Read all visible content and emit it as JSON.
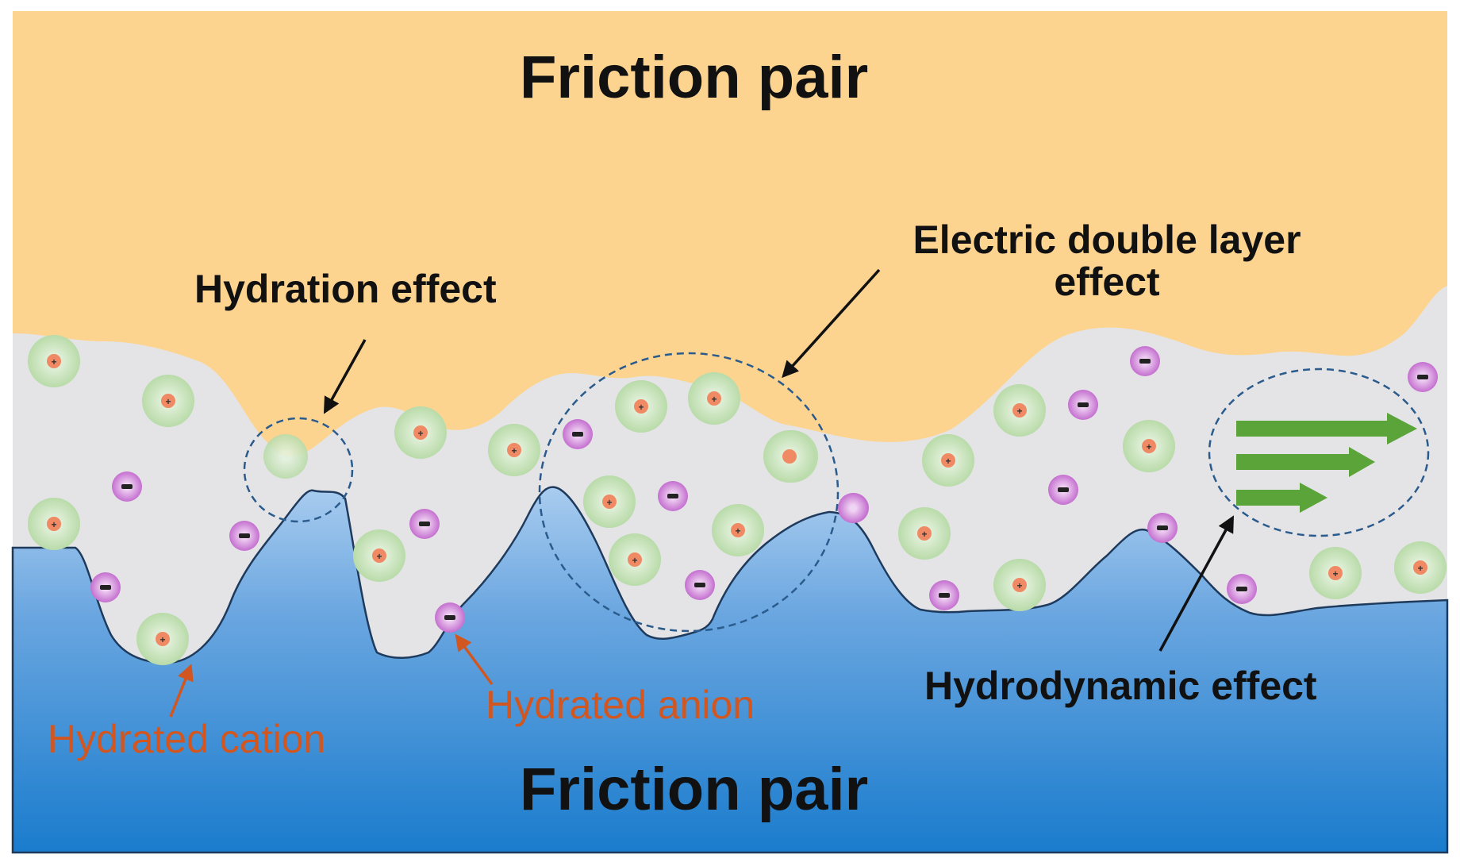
{
  "labels": {
    "top_surface": "Friction pair",
    "bottom_surface": "Friction pair",
    "hydration_effect": "Hydration effect",
    "edl_effect_line1": "Electric double layer",
    "edl_effect_line2": "effect",
    "hydrodynamic_effect": "Hydrodynamic effect",
    "hydrated_cation": "Hydrated cation",
    "hydrated_anion": "Hydrated anion"
  },
  "colors": {
    "top_surface": "#fcd490",
    "lubricant": "#e4e4e6",
    "bottom_surface_top": "#9cc4ea",
    "bottom_surface_bottom": "#1d7fcf",
    "cation_shell": "#c9e3bf",
    "cation_core": "#f08a64",
    "anion_shell": "#d9a8e0",
    "anion_core": "#b43ab8",
    "highlight_text": "#d2561f",
    "dashed_circle": "#2a5b8c",
    "flow_arrow": "#5aa43a"
  },
  "symbols": {
    "cation_sign": "+",
    "anion_sign": "−"
  }
}
